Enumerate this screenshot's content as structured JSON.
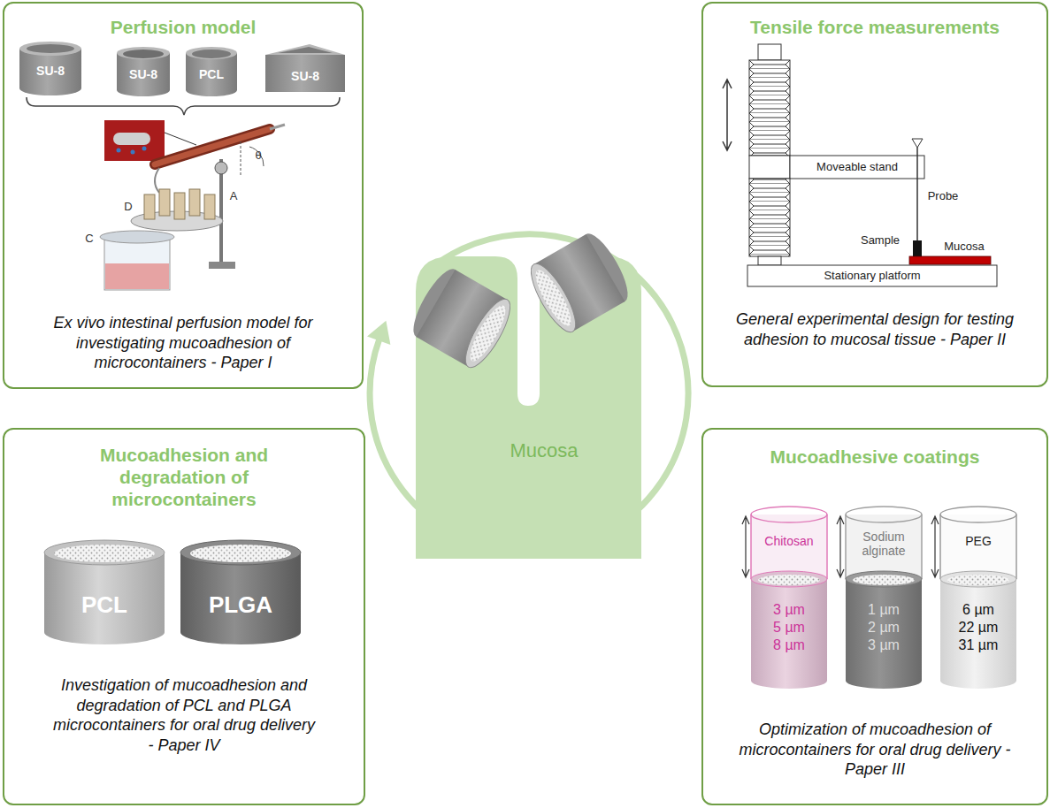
{
  "diagram": {
    "nodes": [
      {
        "text": [
          "Perfusion model",
          "Ex vivo intestinal perfusion model for investigating mucoadhesion of microcontainers - Paper I"
        ]
      },
      {
        "text": [
          "Tensile force measurements",
          "General experimental design for testing adhesion to mucosal tissue - Paper II"
        ]
      },
      {
        "text": [
          "Mucosa"
        ]
      },
      {
        "text": [
          "Mucoadhesion and degradation of microcontainers",
          "Investigation of mucoadhesion and degradation of PCL and PLGA microcontainers for oral drug delivery - Paper IV"
        ]
      },
      {
        "text": [
          "Mucoadhesive coatings",
          "Optimization of mucoadhesion of microcontainers for oral drug delivery - Paper III"
        ]
      }
    ],
    "labels": [
      "SU-8",
      "SU-8",
      "PCL",
      "SU-8",
      "θ",
      "A",
      "D",
      "C",
      "Moveable stand",
      "Probe",
      "Sample",
      "Mucosa",
      "Stationary platform",
      "PCL",
      "PLGA",
      "Chitosan",
      "Sodium alginate",
      "PEG",
      "3 µm",
      "5 µm",
      "8 µm",
      "1 µm",
      "2 µm",
      "3 µm",
      "6 µm",
      "22 µm",
      "31 µm"
    ]
  }
}
